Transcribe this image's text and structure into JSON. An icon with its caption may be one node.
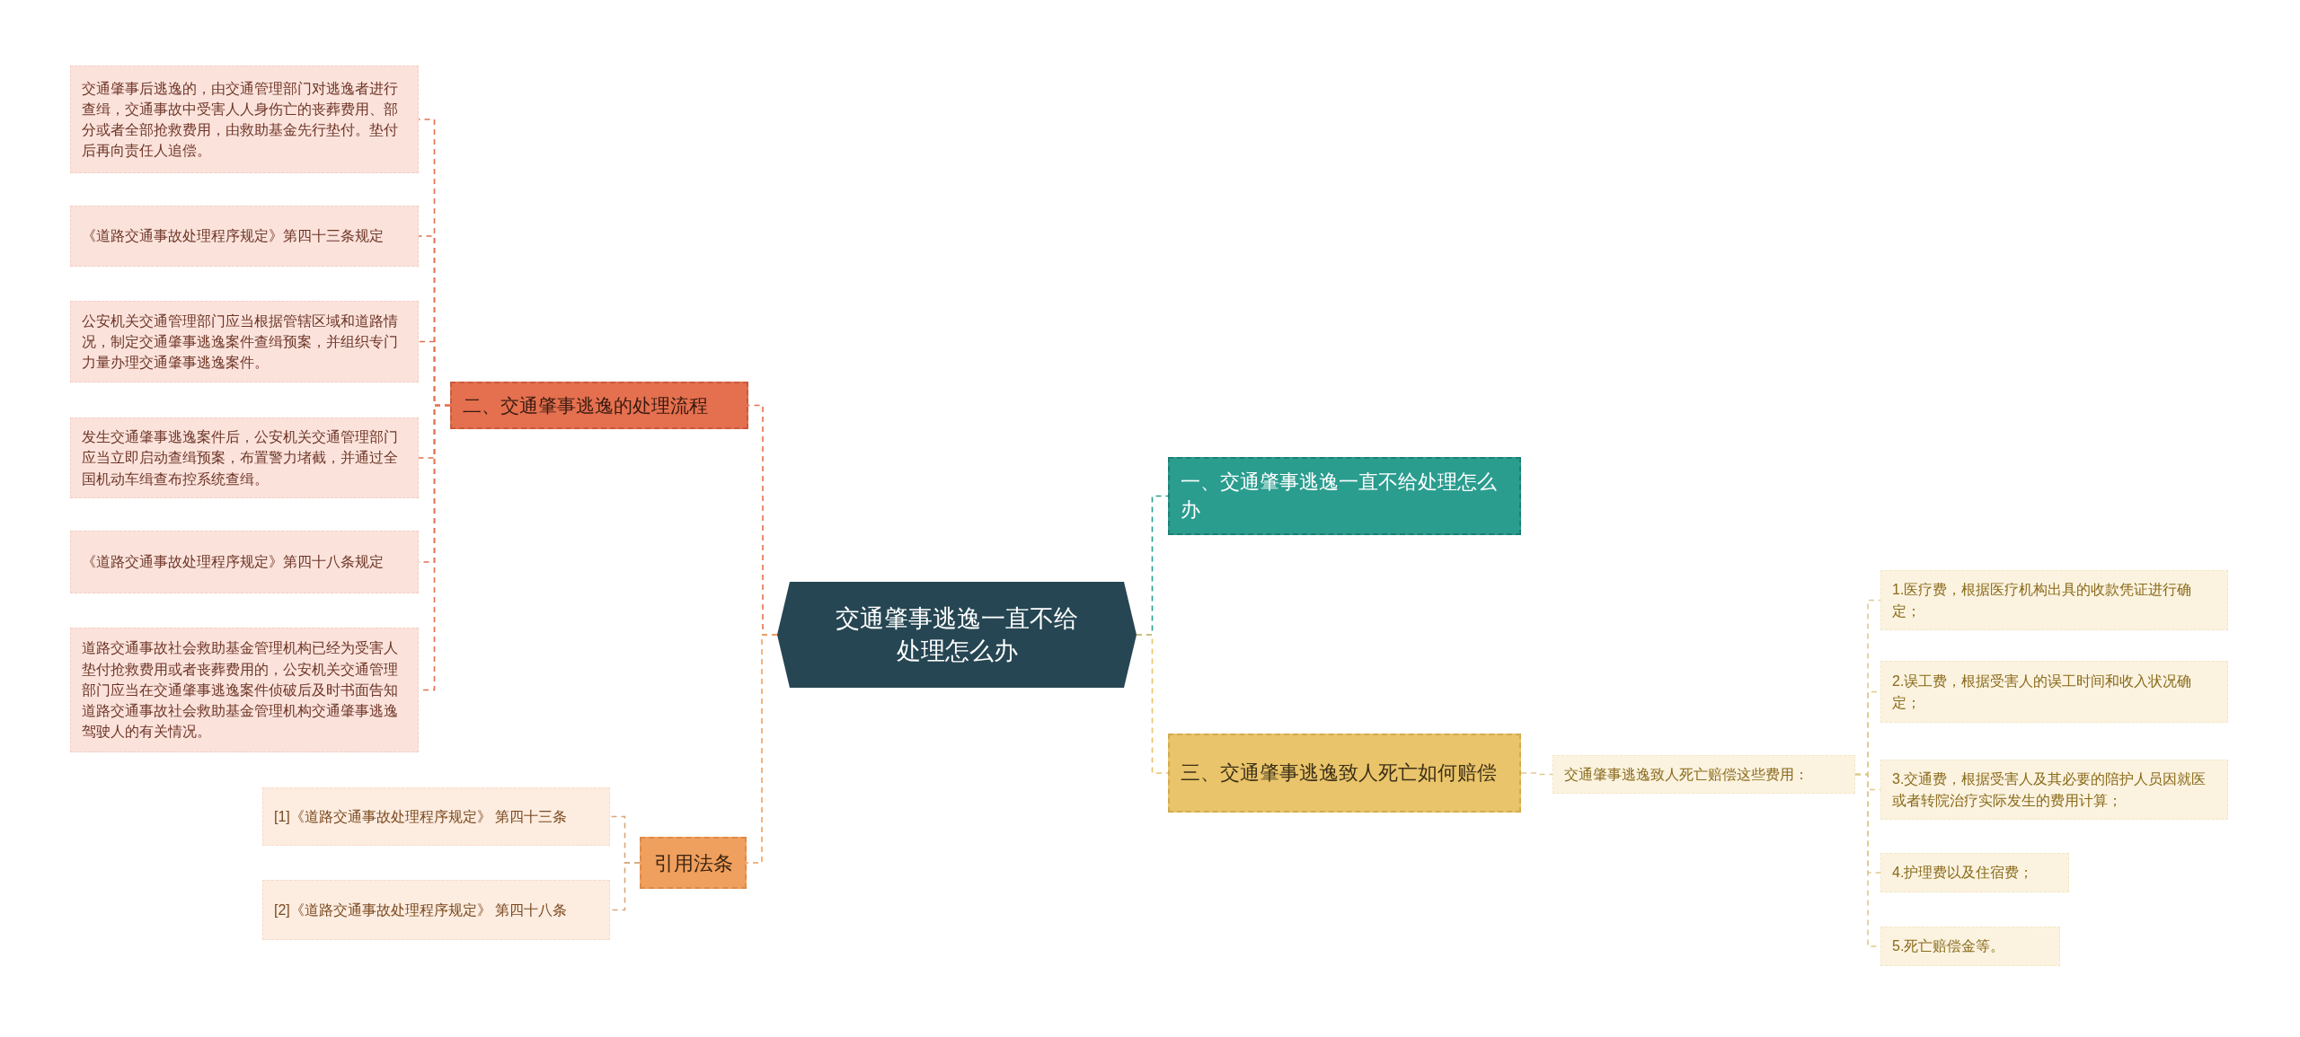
{
  "diagram": {
    "nodes": [
      {
        "text": [
          "交通肇事逃逸一直不给处理怎么办"
        ]
      },
      {
        "text": [
          "二、交通肇事逃逸的处理流程"
        ]
      },
      {
        "text": [
          "交通肇事后逃逸的，由交通管理部门对逃逸者进行查缉，交通事故中受害人人身伤亡的丧葬费用、部分或者全部抢救费用，由救助基金先行垫付。垫付后再向责任人追偿。"
        ]
      },
      {
        "text": [
          "《道路交通事故处理程序规定》第四十三条规定"
        ]
      },
      {
        "text": [
          "公安机关交通管理部门应当根据管辖区域和道路情况，制定交通肇事逃逸案件查缉预案，并组织专门力量办理交通肇事逃逸案件。"
        ]
      },
      {
        "text": [
          "发生交通肇事逃逸案件后，公安机关交通管理部门应当立即启动查缉预案，布置警力堵截，并通过全国机动车缉查布控系统查缉。"
        ]
      },
      {
        "text": [
          "《道路交通事故处理程序规定》第四十八条规定"
        ]
      },
      {
        "text": [
          "道路交通事故社会救助基金管理机构已经为受害人垫付抢救费用或者丧葬费用的，公安机关交通管理部门应当在交通肇事逃逸案件侦破后及时书面告知道路交通事故社会救助基金管理机构交通肇事逃逸驾驶人的有关情况。"
        ]
      },
      {
        "text": [
          "引用法条"
        ]
      },
      {
        "text": [
          "[1]《道路交通事故处理程序规定》 第四十三条"
        ]
      },
      {
        "text": [
          "[2]《道路交通事故处理程序规定》 第四十八条"
        ]
      },
      {
        "text": [
          "一、交通肇事逃逸一直不给处理怎么办"
        ]
      },
      {
        "text": [
          "三、交通肇事逃逸致人死亡如何赔偿"
        ]
      },
      {
        "text": [
          "交通肇事逃逸致人死亡赔偿这些费用："
        ]
      },
      {
        "text": [
          "1.医疗费，根据医疗机构出具的收款凭证进行确定；"
        ]
      },
      {
        "text": [
          "2.误工费，根据受害人的误工时间和收入状况确定；"
        ]
      },
      {
        "text": [
          "3.交通费，根据受害人及其必要的陪护人员因就医或者转院治疗实际发生的费用计算；"
        ]
      },
      {
        "text": [
          "4.护理费以及住宿费；"
        ]
      },
      {
        "text": [
          "5.死亡赔偿金等。"
        ]
      }
    ],
    "edges": [
      {
        "from": 0,
        "to": 1,
        "arrow": "none",
        "style": "dashed",
        "color": "#e4704f"
      },
      {
        "from": 1,
        "to": 2,
        "arrow": "none",
        "style": "dashed",
        "color": "#e4704f"
      },
      {
        "from": 1,
        "to": 3,
        "arrow": "none",
        "style": "dashed",
        "color": "#e4704f"
      },
      {
        "from": 1,
        "to": 4,
        "arrow": "none",
        "style": "dashed",
        "color": "#e4704f"
      },
      {
        "from": 1,
        "to": 5,
        "arrow": "none",
        "style": "dashed",
        "color": "#e4704f"
      },
      {
        "from": 1,
        "to": 6,
        "arrow": "none",
        "style": "dashed",
        "color": "#e4704f"
      },
      {
        "from": 1,
        "to": 7,
        "arrow": "none",
        "style": "dashed",
        "color": "#e4704f"
      },
      {
        "from": 0,
        "to": 8,
        "arrow": "none",
        "style": "dashed",
        "color": "#f0a05e"
      },
      {
        "from": 8,
        "to": 9,
        "arrow": "none",
        "style": "dashed",
        "color": "#d9a77c"
      },
      {
        "from": 8,
        "to": 10,
        "arrow": "none",
        "style": "dashed",
        "color": "#d9a77c"
      },
      {
        "from": 0,
        "to": 11,
        "arrow": "none",
        "style": "dashed",
        "color": "#2a9d8f"
      },
      {
        "from": 0,
        "to": 12,
        "arrow": "none",
        "style": "dashed",
        "color": "#e9c46a"
      },
      {
        "from": 12,
        "to": 13,
        "arrow": "none",
        "style": "dashed",
        "color": "#e0c98a"
      },
      {
        "from": 13,
        "to": 14,
        "arrow": "none",
        "style": "dashed",
        "color": "#e0c98a"
      },
      {
        "from": 13,
        "to": 15,
        "arrow": "none",
        "style": "dashed",
        "color": "#e0c98a"
      },
      {
        "from": 13,
        "to": 16,
        "arrow": "none",
        "style": "dashed",
        "color": "#e0c98a"
      },
      {
        "from": 13,
        "to": 17,
        "arrow": "none",
        "style": "dashed",
        "color": "#e0c98a"
      },
      {
        "from": 13,
        "to": 18,
        "arrow": "none",
        "style": "dashed",
        "color": "#e0c98a"
      }
    ]
  }
}
